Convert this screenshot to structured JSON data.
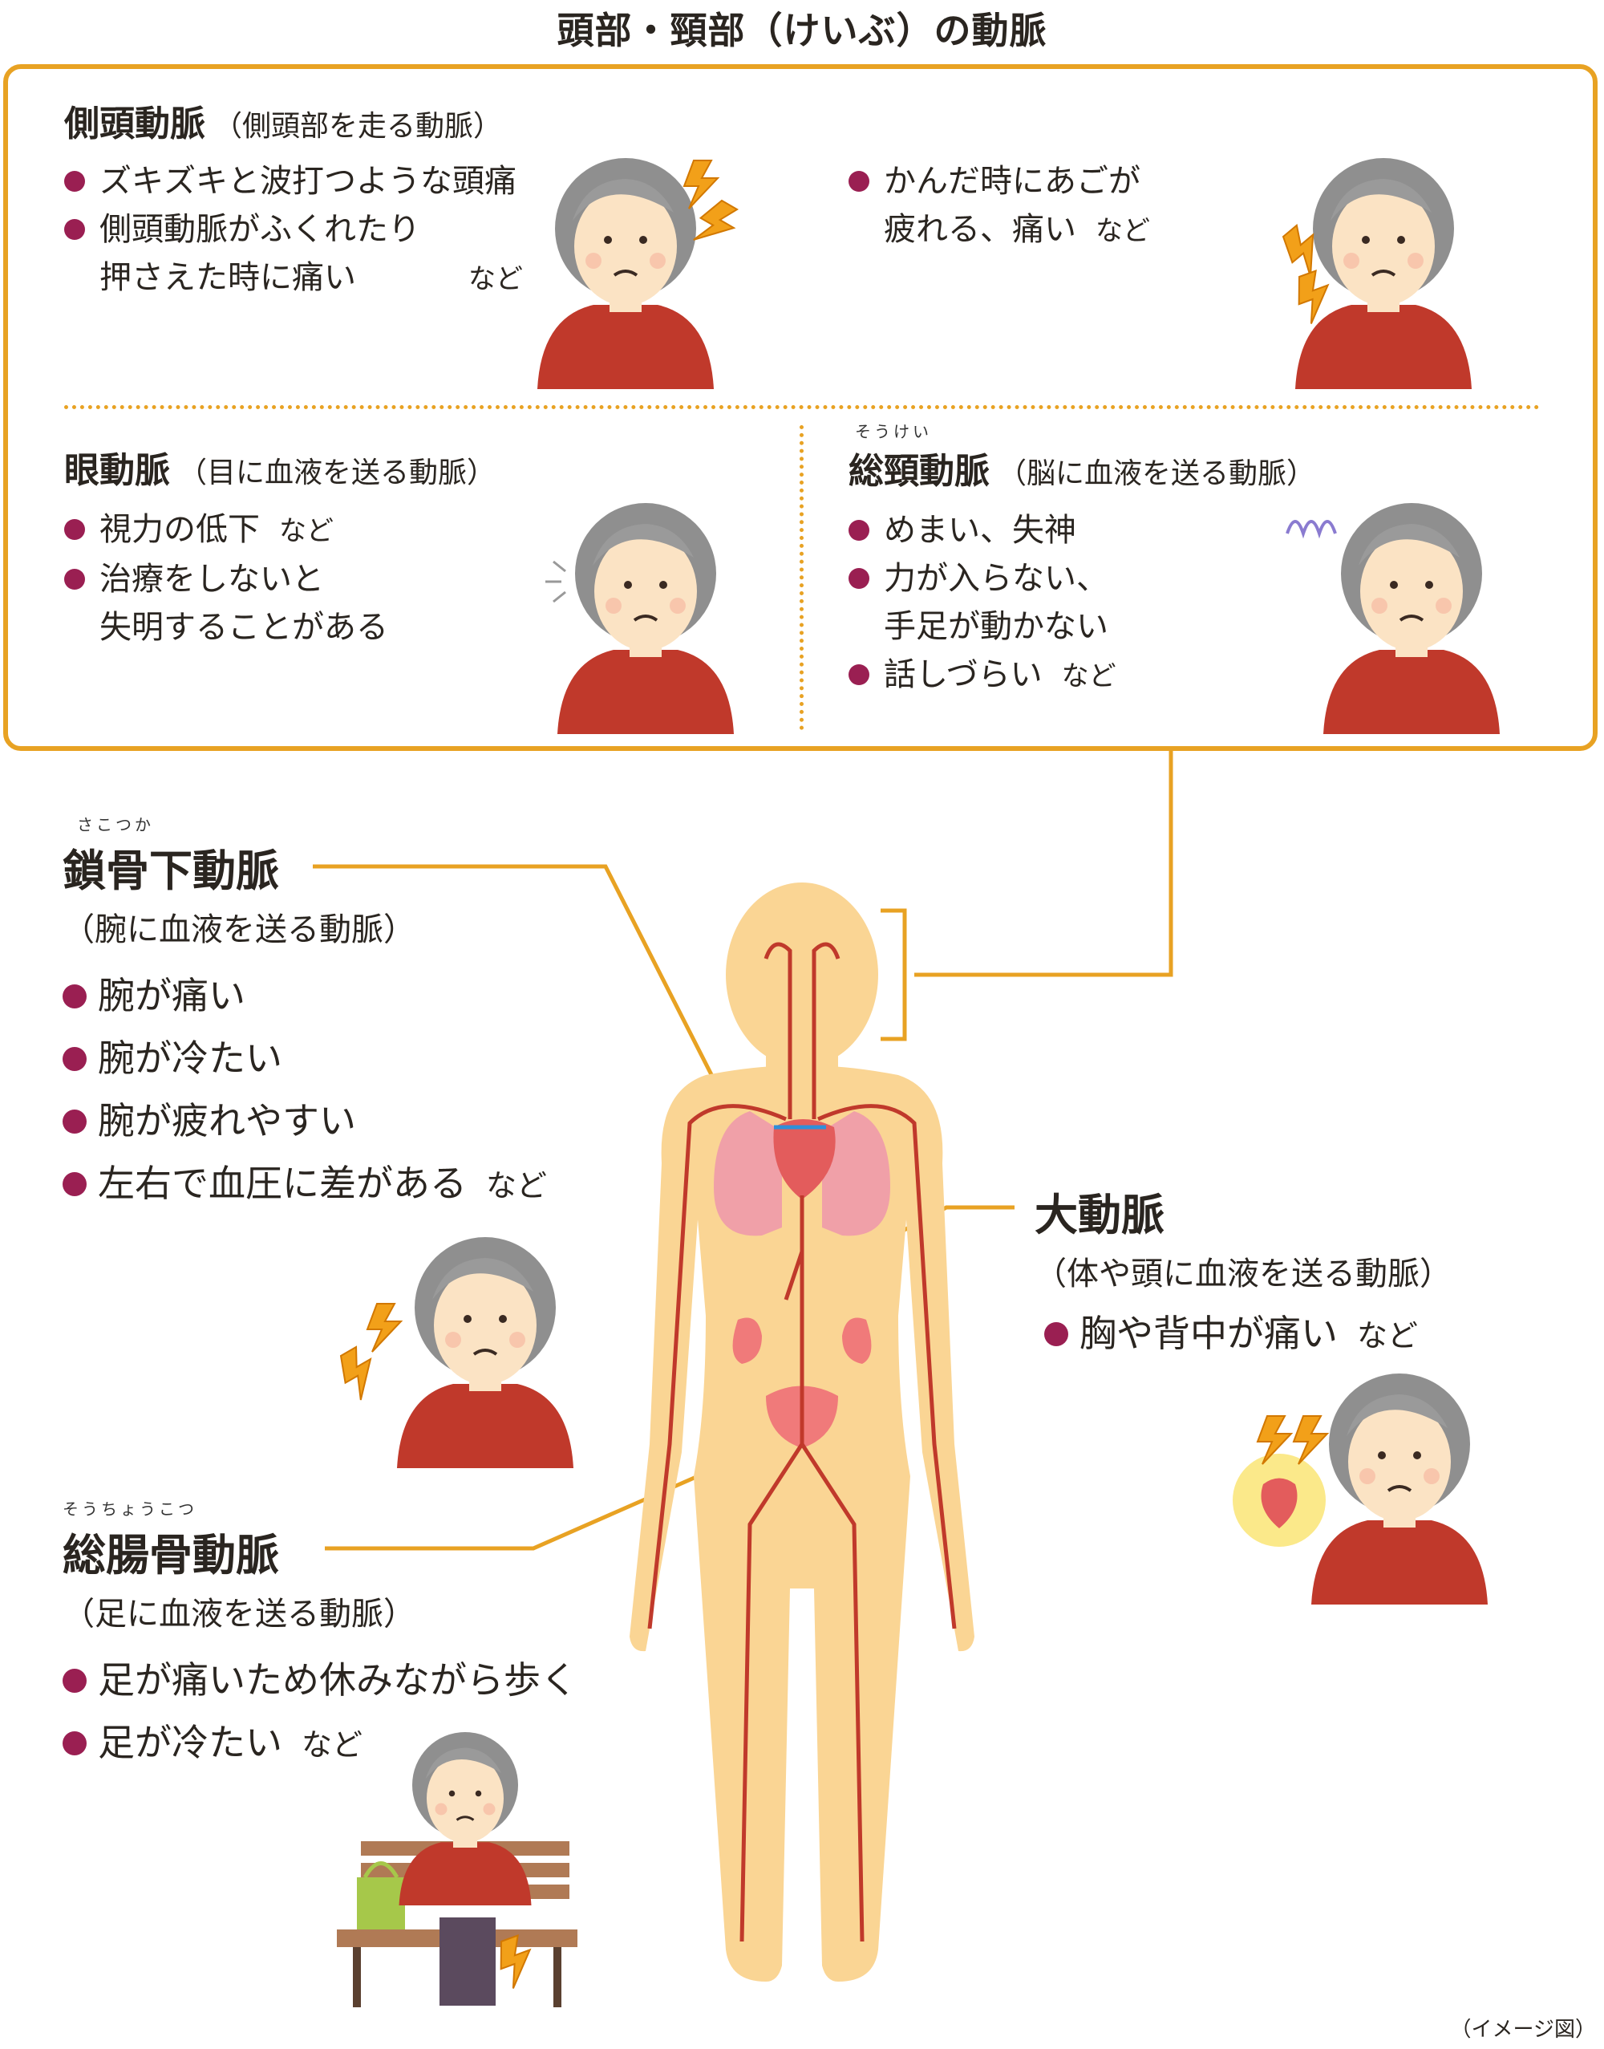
{
  "page_title": "頭部・頸部（けいぶ）の動脈",
  "sections": {
    "temporal": {
      "title": "側頭動脈",
      "subtitle": "（側頭部を走る動脈）",
      "bullets": [
        "ズキズキと波打つような頭痛",
        "側頭動脈がふくれたり",
        "押さえた時に痛い"
      ],
      "jaw_bullets": [
        "かんだ時にあごが",
        "疲れる、痛い"
      ],
      "etc": "など"
    },
    "ophthalmic": {
      "title": "眼動脈",
      "subtitle": "（目に血液を送る動脈）",
      "bullets": [
        "視力の低下",
        "治療をしないと",
        "失明することがある"
      ],
      "etc": "など"
    },
    "carotid": {
      "ruby": "そうけい",
      "title": "総頸動脈",
      "subtitle": "（脳に血液を送る動脈）",
      "bullets": [
        "めまい、失神",
        "力が入らない、",
        "手足が動かない",
        "話しづらい"
      ],
      "etc": "など"
    },
    "subclavian": {
      "ruby": "さこつか",
      "title": "鎖骨下動脈",
      "subtitle": "（腕に血液を送る動脈）",
      "bullets": [
        "腕が痛い",
        "腕が冷たい",
        "腕が疲れやすい",
        "左右で血圧に差がある"
      ],
      "etc": "など"
    },
    "aorta": {
      "title": "大動脈",
      "subtitle": "（体や頭に血液を送る動脈）",
      "bullets": [
        "胸や背中が痛い"
      ],
      "etc": "など"
    },
    "iliac": {
      "ruby": "そうちょうこつ",
      "title": "総腸骨動脈",
      "subtitle": "（足に血液を送る動脈）",
      "bullets": [
        "足が痛いため休みながら歩く",
        "足が冷たい"
      ],
      "etc": "など"
    }
  },
  "image_note": "（イメージ図）",
  "colors": {
    "accent": "#e8a223",
    "bullet": "#9a1f52",
    "body": "#fad594",
    "artery": "#c0392b",
    "sweater": "#c0392b",
    "hair": "#8f8f8f"
  }
}
